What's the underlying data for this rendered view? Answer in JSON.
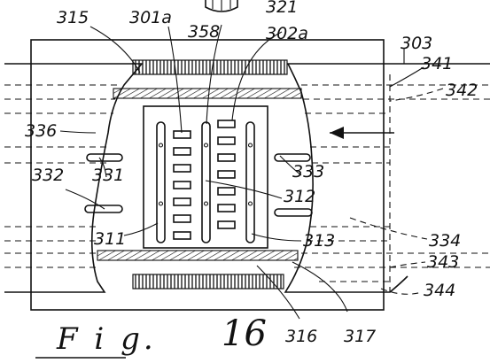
{
  "figure": {
    "caption_prefix": "F i g.",
    "caption_number": "16",
    "colors": {
      "ink": "#111111",
      "paper": "#ffffff"
    }
  },
  "labels": {
    "l315": "315",
    "l301a": "301a",
    "l358": "358",
    "l321": "321",
    "l302a": "302a",
    "l303": "303",
    "l341": "341",
    "l342": "342",
    "l336": "336",
    "l331": "331",
    "l332": "332",
    "l333": "333",
    "l312": "312",
    "l311": "311",
    "l313": "313",
    "l334": "334",
    "l343": "343",
    "l344": "344",
    "l316": "316",
    "l317": "317"
  }
}
